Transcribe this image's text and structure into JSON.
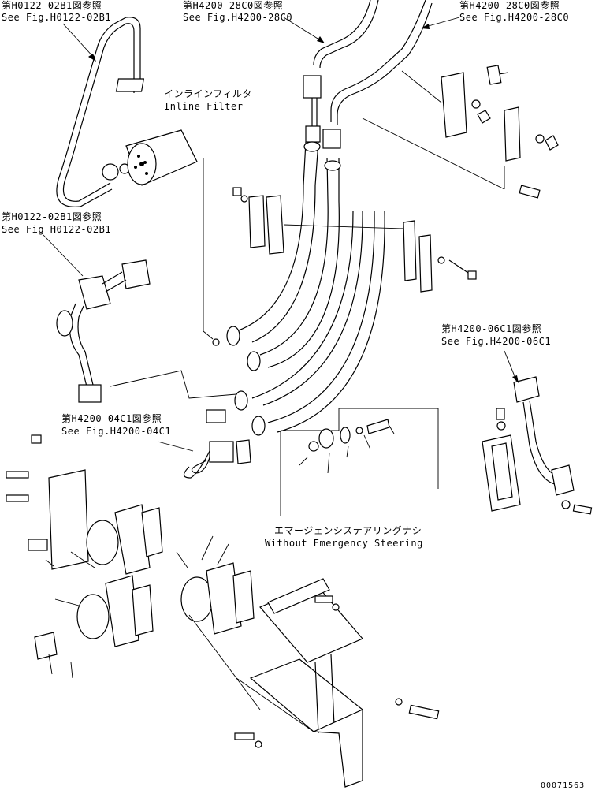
{
  "refs": {
    "top_left_jp": "第H0122-02B1図参照",
    "top_left_en": "See Fig.H0122-02B1",
    "top_mid_jp": "第H4200-28C0図参照",
    "top_mid_en": "See Fig.H4200-28C0",
    "top_right_jp": "第H4200-28C0図参照",
    "top_right_en": "See Fig.H4200-28C0",
    "mid_left_jp": "第H0122-02B1図参照",
    "mid_left_en": "See Fig H0122-02B1",
    "mid_right_jp": "第H4200-06C1図参照",
    "mid_right_en": "See Fig.H4200-06C1",
    "center_jp": "第H4200-04C1図参照",
    "center_en": "See Fig.H4200-04C1"
  },
  "inline_filter": {
    "jp": "インラインフィルタ",
    "en": "Inline Filter"
  },
  "emergency": {
    "jp": "エマージェンシステアリングナシ",
    "en": "Without Emergency Steering"
  },
  "drawing_number": "00071563"
}
